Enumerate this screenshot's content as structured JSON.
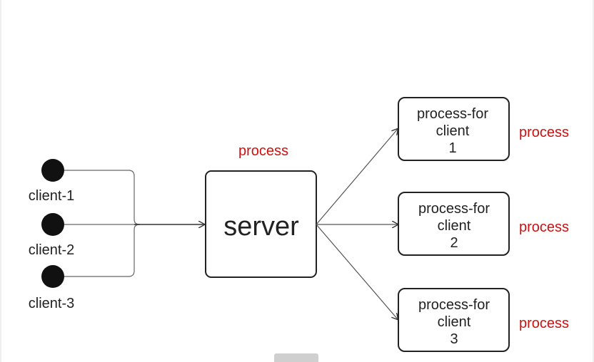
{
  "clients": [
    {
      "label": "client-1"
    },
    {
      "label": "client-2"
    },
    {
      "label": "client-3"
    }
  ],
  "server": {
    "label": "server",
    "tag": "process"
  },
  "children": [
    {
      "line1": "process-for",
      "line2": "client",
      "line3": "1",
      "tag": "process"
    },
    {
      "line1": "process-for",
      "line2": "client",
      "line3": "2",
      "tag": "process"
    },
    {
      "line1": "process-for",
      "line2": "client",
      "line3": "3",
      "tag": "process"
    }
  ],
  "colors": {
    "node": "#111111",
    "box_border": "#222222",
    "line": "#555555",
    "process_tag": "#cc1111",
    "text": "#222222"
  }
}
